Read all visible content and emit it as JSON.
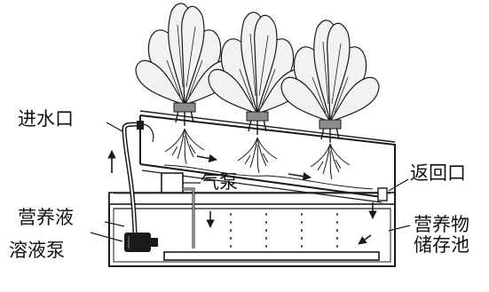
{
  "labels": {
    "inlet": "进水口",
    "nutrient_solution": "营养液",
    "solution_pump": "溶液泵",
    "air_pump": "气泵",
    "return_outlet": "返回口",
    "storage_line1": "营养物",
    "storage_line2": "储存池"
  },
  "colors": {
    "line": "#1a1a1a",
    "leaf_fill": "#f2f2f2",
    "pot_fill": "#8c8c8c",
    "pump_fill": "#1a1a1a"
  }
}
